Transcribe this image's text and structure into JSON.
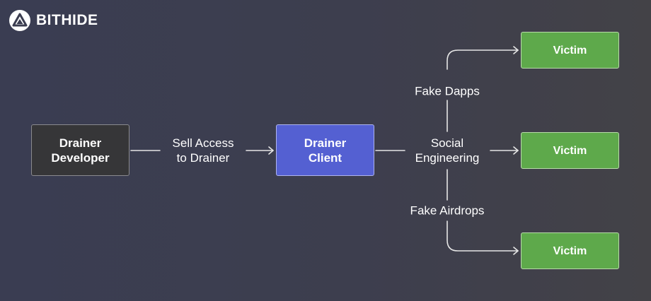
{
  "brand": {
    "name": "BITHIDE",
    "logo_icon": "triangle-in-circle-icon"
  },
  "nodes": {
    "developer": [
      "Drainer",
      "Developer"
    ],
    "client": [
      "Drainer",
      "Client"
    ],
    "victims": [
      "Victim",
      "Victim",
      "Victim"
    ]
  },
  "edges": {
    "sell_access": [
      "Sell Access",
      "to Drainer"
    ],
    "fake_dapps": "Fake Dapps",
    "social_engineering": [
      "Social",
      "Engineering"
    ],
    "fake_airdrops": "Fake Airdrops"
  },
  "colors": {
    "developer_box": "#363638",
    "client_box": "#5460d2",
    "victim_box": "#5ea94b",
    "connector": "#e6e6e6"
  }
}
